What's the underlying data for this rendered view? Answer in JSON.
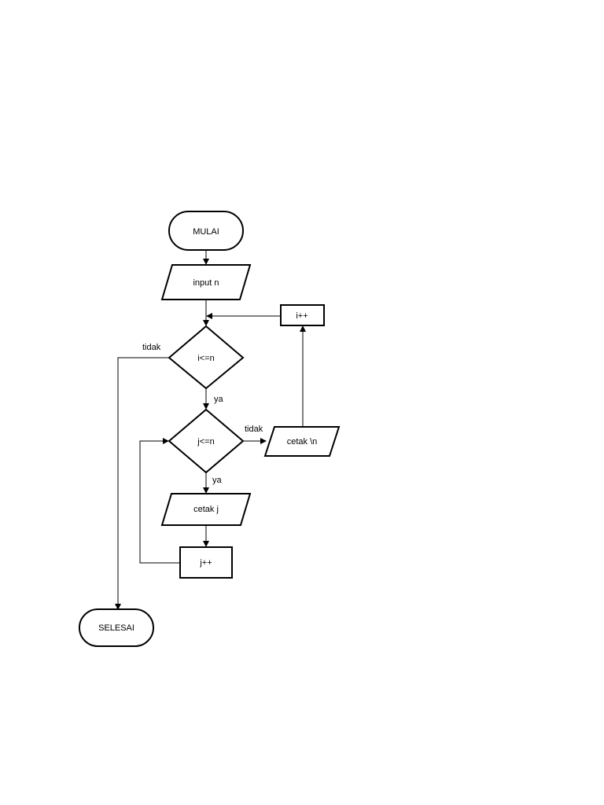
{
  "nodes": {
    "start": "MULAI",
    "input": "input n",
    "cond_i": "i<=n",
    "cond_j": "j<=n",
    "print_j": "cetak j",
    "inc_j": "j++",
    "print_nl": "cetak \\n",
    "inc_i": "i++",
    "end": "SELESAI"
  },
  "edge_labels": {
    "i_false": "tidak",
    "i_true": "ya",
    "j_false": "tidak",
    "j_true": "ya"
  }
}
